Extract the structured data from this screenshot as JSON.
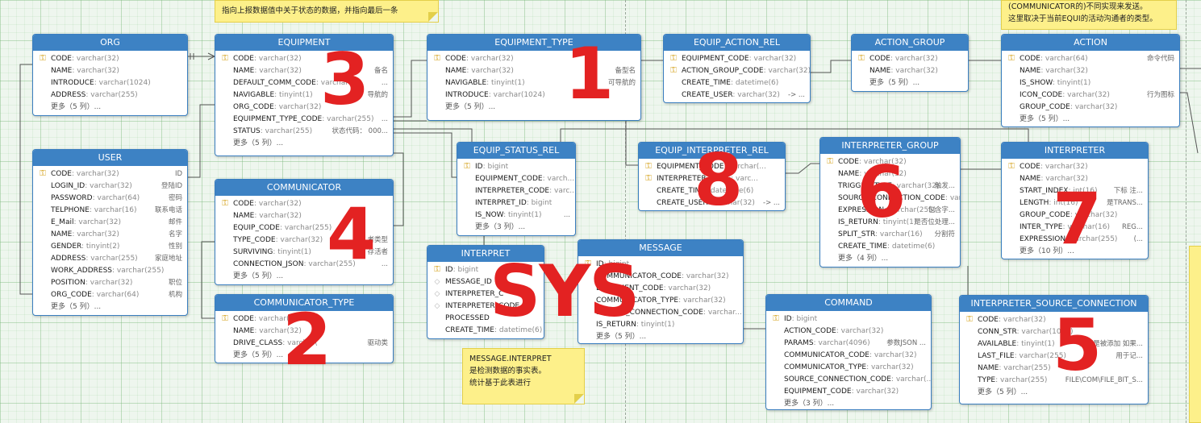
{
  "notes": [
    {
      "id": "note-top-left",
      "lines": [
        "指向上报数据值中关于状态的数据，并指向最后一条"
      ]
    },
    {
      "id": "note-top-right",
      "lines": [
        "(COMMUNICATOR的)不同实现来发送。",
        "这里取决于当前EQUI的活动沟通者的类型。"
      ]
    },
    {
      "id": "note-message",
      "lines": [
        "MESSAGE.INTERPRET",
        "是检测数据的事实表。",
        "统计基于此表进行"
      ]
    }
  ],
  "tables": [
    {
      "id": "org",
      "title": "ORG",
      "rows": [
        {
          "icon": "key",
          "name": "CODE",
          "type": ": varchar(32)",
          "comment": ""
        },
        {
          "icon": "",
          "name": "NAME",
          "type": ": varchar(32)",
          "comment": ""
        },
        {
          "icon": "",
          "name": "INTRODUCE",
          "type": ": varchar(1024)",
          "comment": ""
        },
        {
          "icon": "",
          "name": "ADDRESS",
          "type": ": varchar(255)",
          "comment": ""
        },
        {
          "icon": "",
          "name": "更多（5 列）...",
          "type": "",
          "comment": ""
        }
      ]
    },
    {
      "id": "user",
      "title": "USER",
      "rows": [
        {
          "icon": "key",
          "name": "CODE",
          "type": ": varchar(32)",
          "comment": "ID"
        },
        {
          "icon": "",
          "name": "LOGIN_ID",
          "type": ": varchar(32)",
          "comment": "登陆ID"
        },
        {
          "icon": "",
          "name": "PASSWORD",
          "type": ": varchar(64)",
          "comment": "密码"
        },
        {
          "icon": "",
          "name": "TELPHONE",
          "type": ": varchar(16)",
          "comment": "联系电话"
        },
        {
          "icon": "",
          "name": "E_Mail",
          "type": ": varchar(32)",
          "comment": "邮件"
        },
        {
          "icon": "",
          "name": "NAME",
          "type": ": varchar(32)",
          "comment": "名字"
        },
        {
          "icon": "",
          "name": "GENDER",
          "type": ": tinyint(2)",
          "comment": "性别"
        },
        {
          "icon": "",
          "name": "ADDRESS",
          "type": ": varchar(255)",
          "comment": "家庭地址"
        },
        {
          "icon": "",
          "name": "WORK_ADDRESS",
          "type": ": varchar(255)",
          "comment": ""
        },
        {
          "icon": "",
          "name": "POSITION",
          "type": ": varchar(32)",
          "comment": "职位"
        },
        {
          "icon": "",
          "name": "ORG_CODE",
          "type": ": varchar(64)",
          "comment": "机构"
        },
        {
          "icon": "",
          "name": "更多（5 列）...",
          "type": "",
          "comment": ""
        }
      ]
    },
    {
      "id": "equipment",
      "title": "EQUIPMENT",
      "rows": [
        {
          "icon": "key",
          "name": "CODE",
          "type": ": varchar(32)",
          "comment": ""
        },
        {
          "icon": "",
          "name": "NAME",
          "type": ": varchar(32)",
          "comment": "备名"
        },
        {
          "icon": "",
          "name": "DEFAULT_COMM_CODE",
          "type": ": varchar",
          "comment": "..."
        },
        {
          "icon": "",
          "name": "NAVIGABLE",
          "type": ": tinyint(1)",
          "comment": "导航的"
        },
        {
          "icon": "",
          "name": "ORG_CODE",
          "type": ": varchar(32)",
          "comment": ""
        },
        {
          "icon": "",
          "name": "EQUIPMENT_TYPE_CODE",
          "type": ": varchar(255)",
          "comment": "..."
        },
        {
          "icon": "",
          "name": "STATUS",
          "type": ": varchar(255)",
          "comment": "状态代码： 000..."
        },
        {
          "icon": "",
          "name": "更多（5 列）...",
          "type": "",
          "comment": ""
        }
      ]
    },
    {
      "id": "communicator",
      "title": "COMMUNICATOR",
      "rows": [
        {
          "icon": "key",
          "name": "CODE",
          "type": ": varchar(32)",
          "comment": ""
        },
        {
          "icon": "",
          "name": "NAME",
          "type": ": varchar(32)",
          "comment": ""
        },
        {
          "icon": "",
          "name": "EQUIP_CODE",
          "type": ": varchar(255)",
          "comment": ""
        },
        {
          "icon": "",
          "name": "TYPE_CODE",
          "type": ": varchar(32)",
          "comment": "者类型"
        },
        {
          "icon": "",
          "name": "SURVIVING",
          "type": ": tinyint(1)",
          "comment": "存活者"
        },
        {
          "icon": "",
          "name": "CONNECTION_JSON",
          "type": ": varchar(255)",
          "comment": "..."
        },
        {
          "icon": "",
          "name": "更多（5 列）...",
          "type": "",
          "comment": ""
        }
      ]
    },
    {
      "id": "communicator-type",
      "title": "COMMUNICATOR_TYPE",
      "rows": [
        {
          "icon": "key",
          "name": "CODE",
          "type": ": varchar(3",
          "comment": ""
        },
        {
          "icon": "",
          "name": "NAME",
          "type": ": varchar(32)",
          "comment": ""
        },
        {
          "icon": "",
          "name": "DRIVE_CLASS",
          "type": ": varchar(",
          "comment": "驱动类"
        },
        {
          "icon": "",
          "name": "更多（5 列）...",
          "type": "",
          "comment": ""
        }
      ]
    },
    {
      "id": "equipment-type",
      "title": "EQUIPMENT_TYPE",
      "rows": [
        {
          "icon": "key",
          "name": "CODE",
          "type": ": varchar(32)",
          "comment": ""
        },
        {
          "icon": "",
          "name": "NAME",
          "type": ": varchar(32)",
          "comment": "备型名"
        },
        {
          "icon": "",
          "name": "NAVIGABLE",
          "type": ": tinyint(1)",
          "comment": "可导航的"
        },
        {
          "icon": "",
          "name": "INTRODUCE",
          "type": ": varchar(1024)",
          "comment": ""
        },
        {
          "icon": "",
          "name": "更多（5 列）...",
          "type": "",
          "comment": ""
        }
      ]
    },
    {
      "id": "equip-status-rel",
      "title": "EQUIP_STATUS_REL",
      "rows": [
        {
          "icon": "key",
          "name": "ID",
          "type": ": bigint",
          "comment": ""
        },
        {
          "icon": "",
          "name": "EQUIPMENT_CODE",
          "type": ": varch...",
          "comment": ""
        },
        {
          "icon": "",
          "name": "INTERPRETER_CODE",
          "type": ": varc...",
          "comment": ""
        },
        {
          "icon": "",
          "name": "INTERPRET_ID",
          "type": ": bigint",
          "comment": ""
        },
        {
          "icon": "",
          "name": "IS_NOW",
          "type": ": tinyint(1)",
          "comment": "..."
        },
        {
          "icon": "",
          "name": "更多（3 列）...",
          "type": "",
          "comment": ""
        }
      ]
    },
    {
      "id": "interpret",
      "title": "INTERPRET",
      "rows": [
        {
          "icon": "key",
          "name": "ID",
          "type": ": bigint",
          "comment": ""
        },
        {
          "icon": "dia",
          "name": "MESSAGE_ID",
          "type": "",
          "comment": ""
        },
        {
          "icon": "dia",
          "name": "INTERPRETER_C",
          "type": "",
          "comment": ""
        },
        {
          "icon": "dia",
          "name": "INTERPRETER_CODE",
          "type": "",
          "comment": ""
        },
        {
          "icon": "",
          "name": "PROCESSED",
          "type": "",
          "comment": ""
        },
        {
          "icon": "",
          "name": "CREATE_TIME",
          "type": ": datetime(6)",
          "comment": ""
        }
      ]
    },
    {
      "id": "message",
      "title": "MESSAGE",
      "rows": [
        {
          "icon": "key",
          "name": "ID",
          "type": ": bigint",
          "comment": ""
        },
        {
          "icon": "",
          "name": "COMMUNICATOR_CODE",
          "type": ": varchar(32)",
          "comment": ""
        },
        {
          "icon": "",
          "name": "EQUIPMENT_CODE",
          "type": ": varchar(32)",
          "comment": ""
        },
        {
          "icon": "",
          "name": "COMMUNICATOR_TYPE",
          "type": ": varchar(32)",
          "comment": ""
        },
        {
          "icon": "",
          "name": "SOURCE_CONNECTION_CODE",
          "type": ": varchar...",
          "comment": ""
        },
        {
          "icon": "",
          "name": "IS_RETURN",
          "type": ": tinyint(1)",
          "comment": ""
        },
        {
          "icon": "",
          "name": "更多（5 列）...",
          "type": "",
          "comment": ""
        }
      ]
    },
    {
      "id": "equip-action-rel",
      "title": "EQUIP_ACTION_REL",
      "rows": [
        {
          "icon": "key",
          "name": "EQUIPMENT_CODE",
          "type": ": varchar(32)",
          "comment": ""
        },
        {
          "icon": "key",
          "name": "ACTION_GROUP_CODE",
          "type": ": varchar(32)",
          "comment": ""
        },
        {
          "icon": "",
          "name": "CREATE_TIME",
          "type": ": datetime(6)",
          "comment": ""
        },
        {
          "icon": "",
          "name": "CREATE_USER",
          "type": ": varchar(32)",
          "comment": "-> ..."
        }
      ]
    },
    {
      "id": "action-group",
      "title": "ACTION_GROUP",
      "rows": [
        {
          "icon": "key",
          "name": "CODE",
          "type": ": varchar(32)",
          "comment": ""
        },
        {
          "icon": "",
          "name": "NAME",
          "type": ": varchar(32)",
          "comment": ""
        },
        {
          "icon": "",
          "name": "更多（5 列）...",
          "type": "",
          "comment": ""
        }
      ]
    },
    {
      "id": "action",
      "title": "ACTION",
      "rows": [
        {
          "icon": "key",
          "name": "CODE",
          "type": ": varchar(64)",
          "comment": "命令代码"
        },
        {
          "icon": "",
          "name": "NAME",
          "type": ": varchar(32)",
          "comment": ""
        },
        {
          "icon": "",
          "name": "IS_SHOW",
          "type": ": tinyint(1)",
          "comment": ""
        },
        {
          "icon": "",
          "name": "ICON_CODE",
          "type": ": varchar(32)",
          "comment": "行为图标"
        },
        {
          "icon": "",
          "name": "GROUP_CODE",
          "type": ": varchar(32)",
          "comment": ""
        },
        {
          "icon": "",
          "name": "更多（5 列）...",
          "type": "",
          "comment": ""
        }
      ]
    },
    {
      "id": "equip-interpreter-rel",
      "title": "EQUIP_INTERPRETER_REL",
      "rows": [
        {
          "icon": "key",
          "name": "EQUIPMENT_CODE",
          "type": ": varchar(...",
          "comment": ""
        },
        {
          "icon": "key",
          "name": "INTERPRETER_CODE",
          "type": ": varc...",
          "comment": ""
        },
        {
          "icon": "",
          "name": "CREATE_TIME",
          "type": ": datetime(6)",
          "comment": ""
        },
        {
          "icon": "",
          "name": "CREATE_USER",
          "type": ": varchar(32)",
          "comment": "-> ..."
        }
      ]
    },
    {
      "id": "interpreter-group",
      "title": "INTERPRETER_GROUP",
      "rows": [
        {
          "icon": "key",
          "name": "CODE",
          "type": ": varchar(32)",
          "comment": ""
        },
        {
          "icon": "",
          "name": "NAME",
          "type": ": varchar(32)",
          "comment": ""
        },
        {
          "icon": "",
          "name": "TRIGGER_TYPE",
          "type": ": varchar(32)",
          "comment": "触发..."
        },
        {
          "icon": "",
          "name": "SOURCE_CONNECTION_CODE",
          "type": ": varch...",
          "comment": ""
        },
        {
          "icon": "",
          "name": "EXPRESSION",
          "type": ": varchar(255)",
          "comment": "包含字..."
        },
        {
          "icon": "",
          "name": "IS_RETURN",
          "type": ": tinyint(1)",
          "comment": "是否位处理..."
        },
        {
          "icon": "",
          "name": "SPLIT_STR",
          "type": ": varchar(16)",
          "comment": "分割符"
        },
        {
          "icon": "",
          "name": "CREATE_TIME",
          "type": ": datetime(6)",
          "comment": ""
        },
        {
          "icon": "",
          "name": "更多（4 列）...",
          "type": "",
          "comment": ""
        }
      ]
    },
    {
      "id": "interpreter",
      "title": "INTERPRETER",
      "rows": [
        {
          "icon": "key",
          "name": "CODE",
          "type": ": varchar(32)",
          "comment": ""
        },
        {
          "icon": "",
          "name": "NAME",
          "type": ": varchar(32)",
          "comment": ""
        },
        {
          "icon": "",
          "name": "START_INDEX",
          "type": ": int(16)",
          "comment": "下标 注..."
        },
        {
          "icon": "",
          "name": "LENGTH",
          "type": ": int(16)",
          "comment": "是TRANS..."
        },
        {
          "icon": "",
          "name": "GROUP_CODE",
          "type": ": varchar(32)",
          "comment": ""
        },
        {
          "icon": "",
          "name": "INTER_TYPE",
          "type": ": varchar(16)",
          "comment": "REG..."
        },
        {
          "icon": "",
          "name": "EXPRESSION",
          "type": ": varchar(255)",
          "comment": "(..."
        },
        {
          "icon": "",
          "name": "更多（10 列）...",
          "type": "",
          "comment": ""
        }
      ]
    },
    {
      "id": "command",
      "title": "COMMAND",
      "rows": [
        {
          "icon": "key",
          "name": "ID",
          "type": ": bigint",
          "comment": ""
        },
        {
          "icon": "",
          "name": "ACTION_CODE",
          "type": ": varchar(32)",
          "comment": ""
        },
        {
          "icon": "",
          "name": "PARAMS",
          "type": ": varchar(4096)",
          "comment": "参数JSON ..."
        },
        {
          "icon": "",
          "name": "COMMUNICATOR_CODE",
          "type": ": varchar(32)",
          "comment": ""
        },
        {
          "icon": "",
          "name": "COMMUNICATOR_TYPE",
          "type": ": varchar(32)",
          "comment": ""
        },
        {
          "icon": "",
          "name": "SOURCE_CONNECTION_CODE",
          "type": ": varchar(...",
          "comment": ""
        },
        {
          "icon": "",
          "name": "EQUIPMENT_CODE",
          "type": ": varchar(32)",
          "comment": ""
        },
        {
          "icon": "",
          "name": "更多（3 列）...",
          "type": "",
          "comment": ""
        }
      ]
    },
    {
      "id": "interpreter-source-connection",
      "title": "INTERPRETER_SOURCE_CONNECTION",
      "rows": [
        {
          "icon": "key",
          "name": "CODE",
          "type": ": varchar(32)",
          "comment": ""
        },
        {
          "icon": "",
          "name": "CONN_STR",
          "type": ": varchar(1024)",
          "comment": ""
        },
        {
          "icon": "",
          "name": "AVAILABLE",
          "type": ": tinyint(1)",
          "comment": "是否是被添加 如果..."
        },
        {
          "icon": "",
          "name": "LAST_FILE",
          "type": ": varchar(255)",
          "comment": "用于记..."
        },
        {
          "icon": "",
          "name": "NAME",
          "type": ": varchar(255)",
          "comment": ""
        },
        {
          "icon": "",
          "name": "TYPE",
          "type": ": varchar(255)",
          "comment": "FILE\\COM\\FILE_BIT_S..."
        },
        {
          "icon": "",
          "name": "更多（5 列）...",
          "type": "",
          "comment": ""
        }
      ]
    }
  ],
  "overlay_labels": [
    {
      "id": "label-1",
      "text": "1"
    },
    {
      "id": "label-2",
      "text": "2"
    },
    {
      "id": "label-3",
      "text": "3"
    },
    {
      "id": "label-4",
      "text": "4"
    },
    {
      "id": "label-5",
      "text": "5"
    },
    {
      "id": "label-6",
      "text": "6"
    },
    {
      "id": "label-7",
      "text": "7"
    },
    {
      "id": "label-8",
      "text": "8"
    },
    {
      "id": "label-sys",
      "text": "SYS"
    }
  ],
  "colors": {
    "header": "#3d82c4",
    "label": "#e32222",
    "note": "#fdf08a",
    "key_icon": "#d4a017"
  }
}
